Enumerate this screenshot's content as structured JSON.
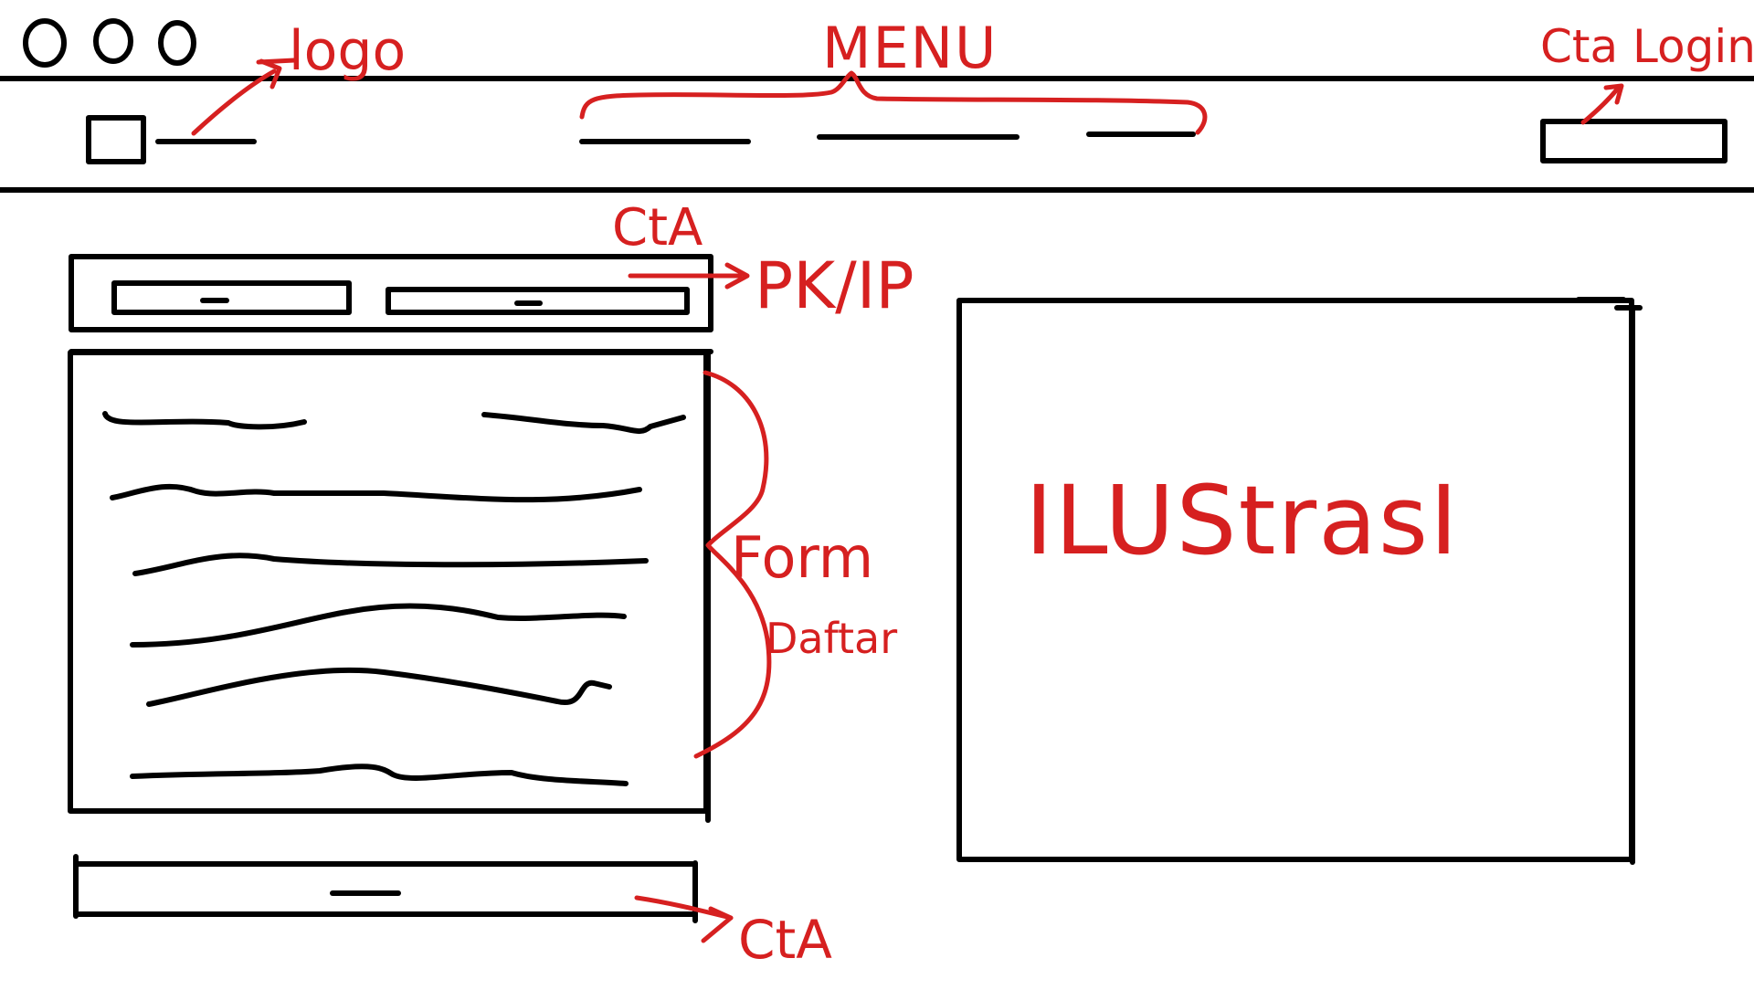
{
  "annotations": {
    "logo": "logo",
    "menu": "MENU",
    "cta_login": "Cta Login",
    "cta_tabs": "CtA",
    "tabs_target": "PK/IP",
    "form_line1": "Form",
    "form_line2": "Daftar",
    "illustration": "ILUStrasI",
    "cta_bottom": "CtA"
  },
  "colors": {
    "wireframe": "#000000",
    "annotation": "#d62020"
  },
  "icons": [
    "window-control-circle",
    "logo-placeholder-icon"
  ]
}
